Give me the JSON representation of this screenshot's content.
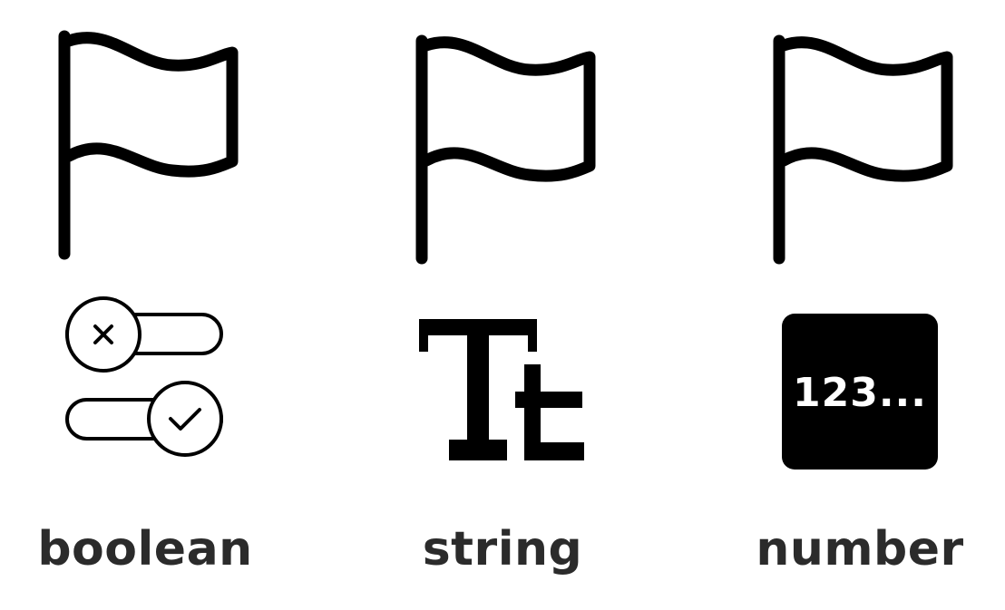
{
  "items": [
    {
      "label": "boolean",
      "icon": "toggle-switches-icon"
    },
    {
      "label": "string",
      "icon": "text-type-icon",
      "glyph_main": "T",
      "glyph_small": "t"
    },
    {
      "label": "number",
      "icon": "number-badge-icon",
      "badge_text": "123..."
    }
  ],
  "colors": {
    "icon": "#000000",
    "label": "#2b2b2b",
    "background": "#ffffff"
  }
}
